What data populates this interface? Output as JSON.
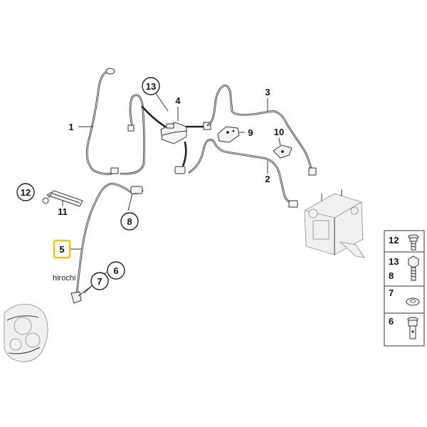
{
  "callouts": {
    "c1": "1",
    "c2": "2",
    "c3": "3",
    "c4": "4",
    "c5": "5",
    "c6": "6",
    "c7": "7",
    "c8": "8",
    "c9": "9",
    "c10": "10",
    "c11": "11",
    "c12": "12",
    "c13": "13"
  },
  "legend": {
    "row1": {
      "label": "12"
    },
    "row2": {
      "label_a": "13",
      "label_b": "8"
    },
    "row3": {
      "label": "7"
    },
    "row4": {
      "label": "6"
    }
  },
  "watermark": "hirochi",
  "colors": {
    "highlight": "#f2c400",
    "line": "#222222"
  }
}
